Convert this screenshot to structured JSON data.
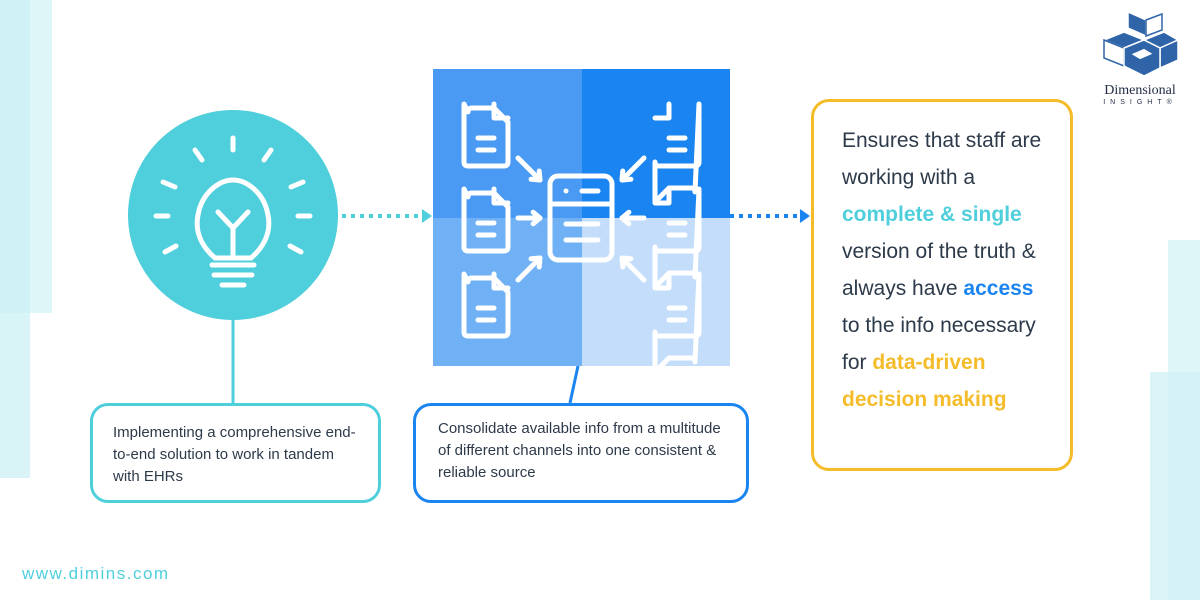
{
  "colors": {
    "cyan": "#4fcfdc",
    "blue": "#1a84f0",
    "gold": "#f5bc2a",
    "text": "#2d3a4a"
  },
  "logo": {
    "line1": "Dimensional",
    "line2": "INSIGHT®"
  },
  "bulb_caption": "Implementing a comprehensive end-to-end solution to work in tandem with EHRs",
  "consolidate_caption": "Consolidate available info from a multitude of different channels into one consistent & reliable source",
  "truth": {
    "p1": "Ensures that staff are working with a ",
    "h1": "complete & single",
    "p2": " version of the truth & always have ",
    "h2": "access",
    "p3": " to the info necessary for ",
    "h3": "data-driven decision making"
  },
  "footer": {
    "url": "www.dimins.com"
  },
  "icons": {
    "bulb": "lightbulb-icon",
    "docs": "document-icon",
    "hub": "database-icon"
  }
}
